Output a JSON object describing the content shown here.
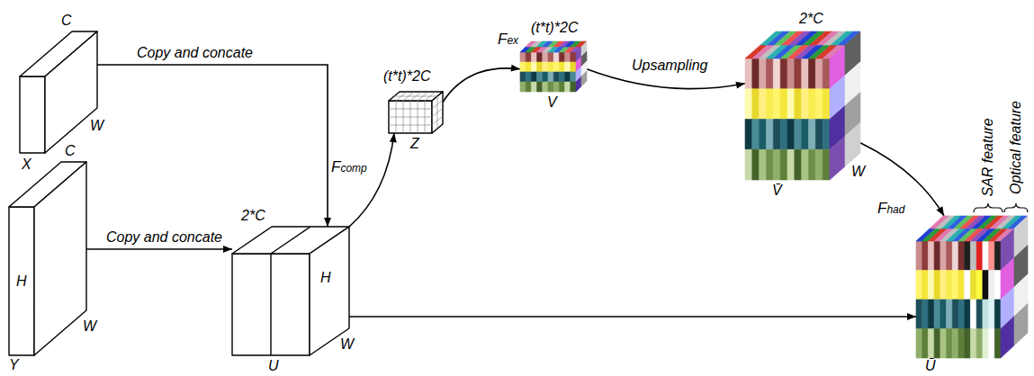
{
  "diagram": {
    "nodes": [
      {
        "text": [
          "C",
          "W",
          "X"
        ]
      },
      {
        "text": [
          "C",
          "H",
          "W",
          "Y"
        ]
      },
      {
        "text": [
          "2*C",
          "H",
          "W",
          "U"
        ]
      },
      {
        "text": [
          "(t*t)*2C",
          "Z"
        ]
      },
      {
        "text": [
          "(t*t)*2C",
          "V"
        ]
      },
      {
        "text": [
          "2*C",
          "W",
          "V̄"
        ]
      },
      {
        "text": [
          "SAR feature",
          "Optical feature",
          "Ū"
        ]
      }
    ],
    "edges": [
      {
        "from": 0,
        "to": 2,
        "label": "Copy and concate",
        "arrow": "to"
      },
      {
        "from": 1,
        "to": 2,
        "label": "Copy and concate",
        "arrow": "to"
      },
      {
        "from": 2,
        "to": 3,
        "label": "Fcomp",
        "arrow": "to"
      },
      {
        "from": 3,
        "to": 4,
        "label": "Fex",
        "arrow": "to"
      },
      {
        "from": 4,
        "to": 5,
        "label": "Upsampling",
        "arrow": "to"
      },
      {
        "from": 5,
        "to": 6,
        "label": "Fhad",
        "arrow": "to"
      },
      {
        "from": 2,
        "to": 6,
        "arrow": "to"
      }
    ]
  }
}
